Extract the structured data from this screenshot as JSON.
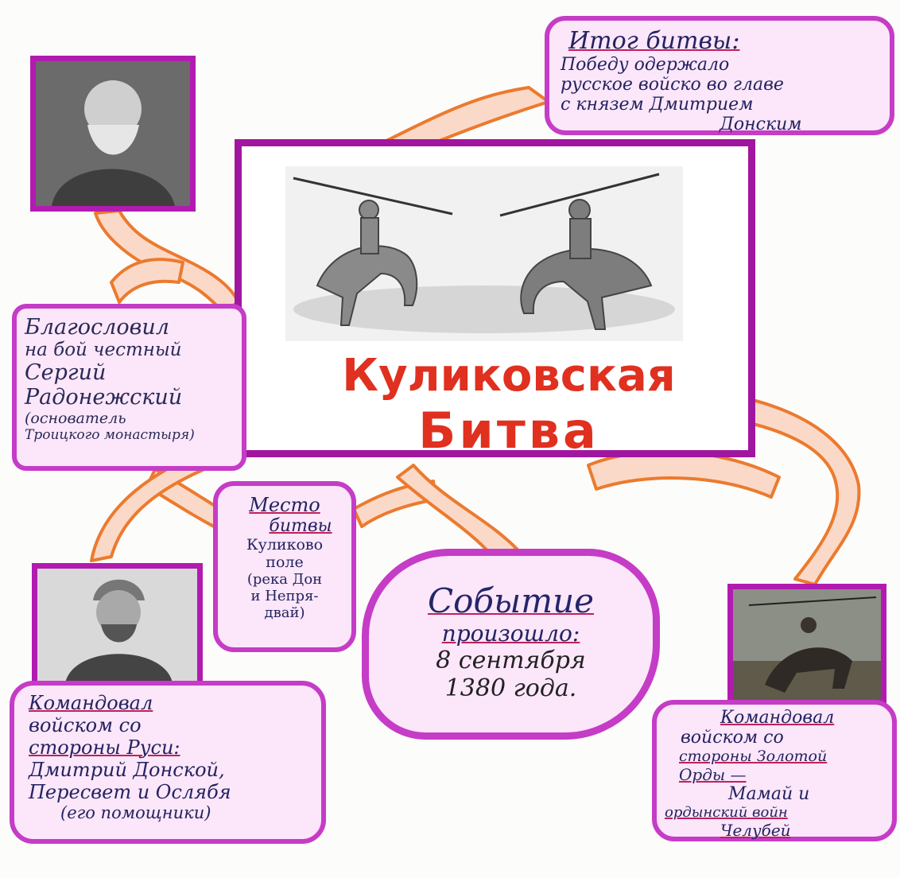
{
  "diagram": {
    "center": {
      "title_line1": "Куликовская",
      "title_line2": "Битва",
      "image": "battle-drawing"
    },
    "result": {
      "heading": "Итог битвы:",
      "lines": [
        "Победу одержало",
        "русское войско во главе",
        "с князем Дмитрием",
        "Донским"
      ]
    },
    "blessing": {
      "lines": [
        "Благословил",
        "на бой честный",
        "Сергий",
        "Радонежский",
        "(основатель",
        "Троицкого монастыря)"
      ],
      "image": "saint-sergius-portrait"
    },
    "place": {
      "heading_line1": "Место",
      "heading_line2": "битвы",
      "lines": [
        "Куликово",
        "поле",
        "(река Дон",
        "и Непря-",
        "двай)"
      ]
    },
    "date": {
      "heading_line1": "Событие",
      "heading_line2": "произошло:",
      "line1": "8 сентября",
      "line2": "1380 года."
    },
    "russ_commander": {
      "lines": [
        "Командовал",
        "войском со",
        "стороны Руси:",
        "Дмитрий Донской,",
        "Пересвет и Ослябя",
        "(его помощники)"
      ],
      "image": "dmitry-donskoy-portrait"
    },
    "horde_commander": {
      "lines": [
        "Командовал",
        "войском со",
        "стороны Золотой",
        "Орды —",
        "Мамай и",
        "ордынский войн",
        "Челубей"
      ],
      "image": "horde-warrior-painting"
    }
  },
  "colors": {
    "frame": "#a1169f",
    "bubble_border": "#c53cc6",
    "connector": "#ec7a2e",
    "title": "#e0301f",
    "ink": "#23235f"
  }
}
